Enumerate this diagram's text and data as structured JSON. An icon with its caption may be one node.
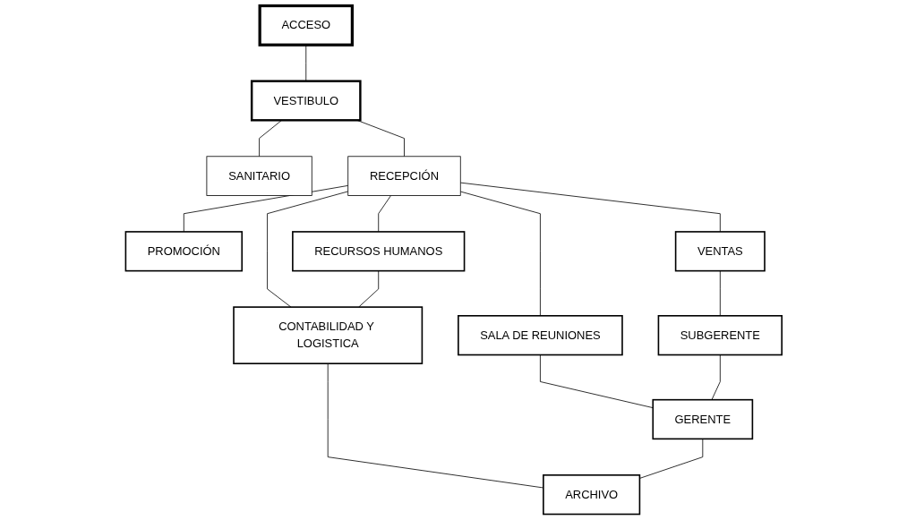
{
  "diagram": {
    "nodes": [
      {
        "text": [
          "ACCESO"
        ]
      },
      {
        "text": [
          "VESTIBULO"
        ]
      },
      {
        "text": [
          "SANITARIO"
        ]
      },
      {
        "text": [
          "PROMOCIÓN"
        ]
      },
      {
        "text": [
          "RECEPCIÓN"
        ]
      },
      {
        "text": [
          "RECURSOS HUMANOS"
        ]
      },
      {
        "text": [
          "VENTAS"
        ]
      },
      {
        "text": [
          "SALA DE REUNIONES"
        ]
      },
      {
        "text": [
          "CONTABILIDAD Y LOGISTICA"
        ]
      },
      {
        "text": [
          "SUBGERENTE"
        ]
      },
      {
        "text": [
          "GERENTE"
        ]
      },
      {
        "text": [
          "ARCHIVO"
        ]
      }
    ],
    "edges": [
      {
        "from": 0,
        "to": 1,
        "arrow": "none"
      },
      {
        "from": 1,
        "to": 2,
        "arrow": "none"
      },
      {
        "from": 1,
        "to": 4,
        "arrow": "none"
      },
      {
        "from": 4,
        "to": 3,
        "arrow": "none"
      },
      {
        "from": 4,
        "to": 6,
        "arrow": "none"
      },
      {
        "from": 4,
        "to": 5,
        "arrow": "none"
      },
      {
        "from": 4,
        "to": 8,
        "arrow": "none"
      },
      {
        "from": 4,
        "to": 7,
        "arrow": "none"
      },
      {
        "from": 5,
        "to": 8,
        "arrow": "none"
      },
      {
        "from": 6,
        "to": 9,
        "arrow": "none"
      },
      {
        "from": 7,
        "to": 10,
        "arrow": "none"
      },
      {
        "from": 8,
        "to": 11,
        "arrow": "none"
      },
      {
        "from": 9,
        "to": 10,
        "arrow": "none"
      },
      {
        "from": 10,
        "to": 11,
        "arrow": "none"
      }
    ]
  }
}
